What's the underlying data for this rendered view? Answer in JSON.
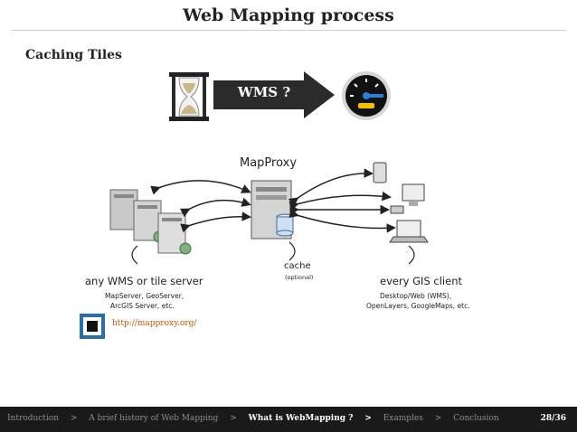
{
  "slide": {
    "title": "Web Mapping process",
    "section_heading": "Caching Tiles"
  },
  "banner": {
    "arrow_label": "WMS ?",
    "left_icon": "hourglass-icon",
    "right_icon": "speedometer-icon"
  },
  "diagram": {
    "center_label": "MapProxy",
    "left_label": "any WMS or tile server",
    "left_sublabel_1": "MapServer, GeoServer,",
    "left_sublabel_2": "ArcGIS Server, etc.",
    "cache_label": "cache",
    "cache_sublabel": "(optional)",
    "right_label": "every GIS client",
    "right_sublabel_1": "Desktop/Web (WMS),",
    "right_sublabel_2": "OpenLayers, GoogleMaps, etc."
  },
  "link": {
    "text": "http://mapproxy.org/"
  },
  "footer": {
    "nav": [
      {
        "label": "Introduction",
        "active": false
      },
      {
        "label": "A brief history of Web Mapping",
        "active": false
      },
      {
        "label": "What is WebMapping ?",
        "active": true
      },
      {
        "label": "Examples",
        "active": false
      },
      {
        "label": "Conclusion",
        "active": false
      }
    ],
    "separator": ">",
    "page": "28/36"
  },
  "colors": {
    "link": "#cc5500",
    "footer_bg": "#1a1a1a",
    "arrow": "#2b2b2b",
    "gauge_accent": "#2a7fd4",
    "gauge_warn": "#f2c200"
  }
}
